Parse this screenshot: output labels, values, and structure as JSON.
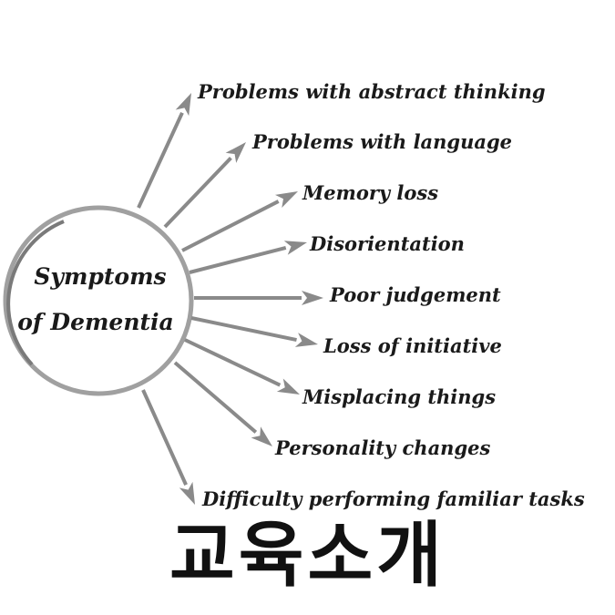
{
  "center": {
    "line1": "Symptoms",
    "line2": "of Dementia"
  },
  "symptoms": [
    "Problems with abstract thinking",
    "Problems with language",
    "Memory loss",
    "Disorientation",
    "Poor judgement",
    "Loss of initiative",
    "Misplacing things",
    "Personality changes",
    "Difficulty performing familiar tasks"
  ],
  "footer": {
    "text": "교육소개"
  },
  "colors": {
    "arrow": "#8a8a8a",
    "circle": "#a0a0a0",
    "text": "#1a1a1a"
  }
}
